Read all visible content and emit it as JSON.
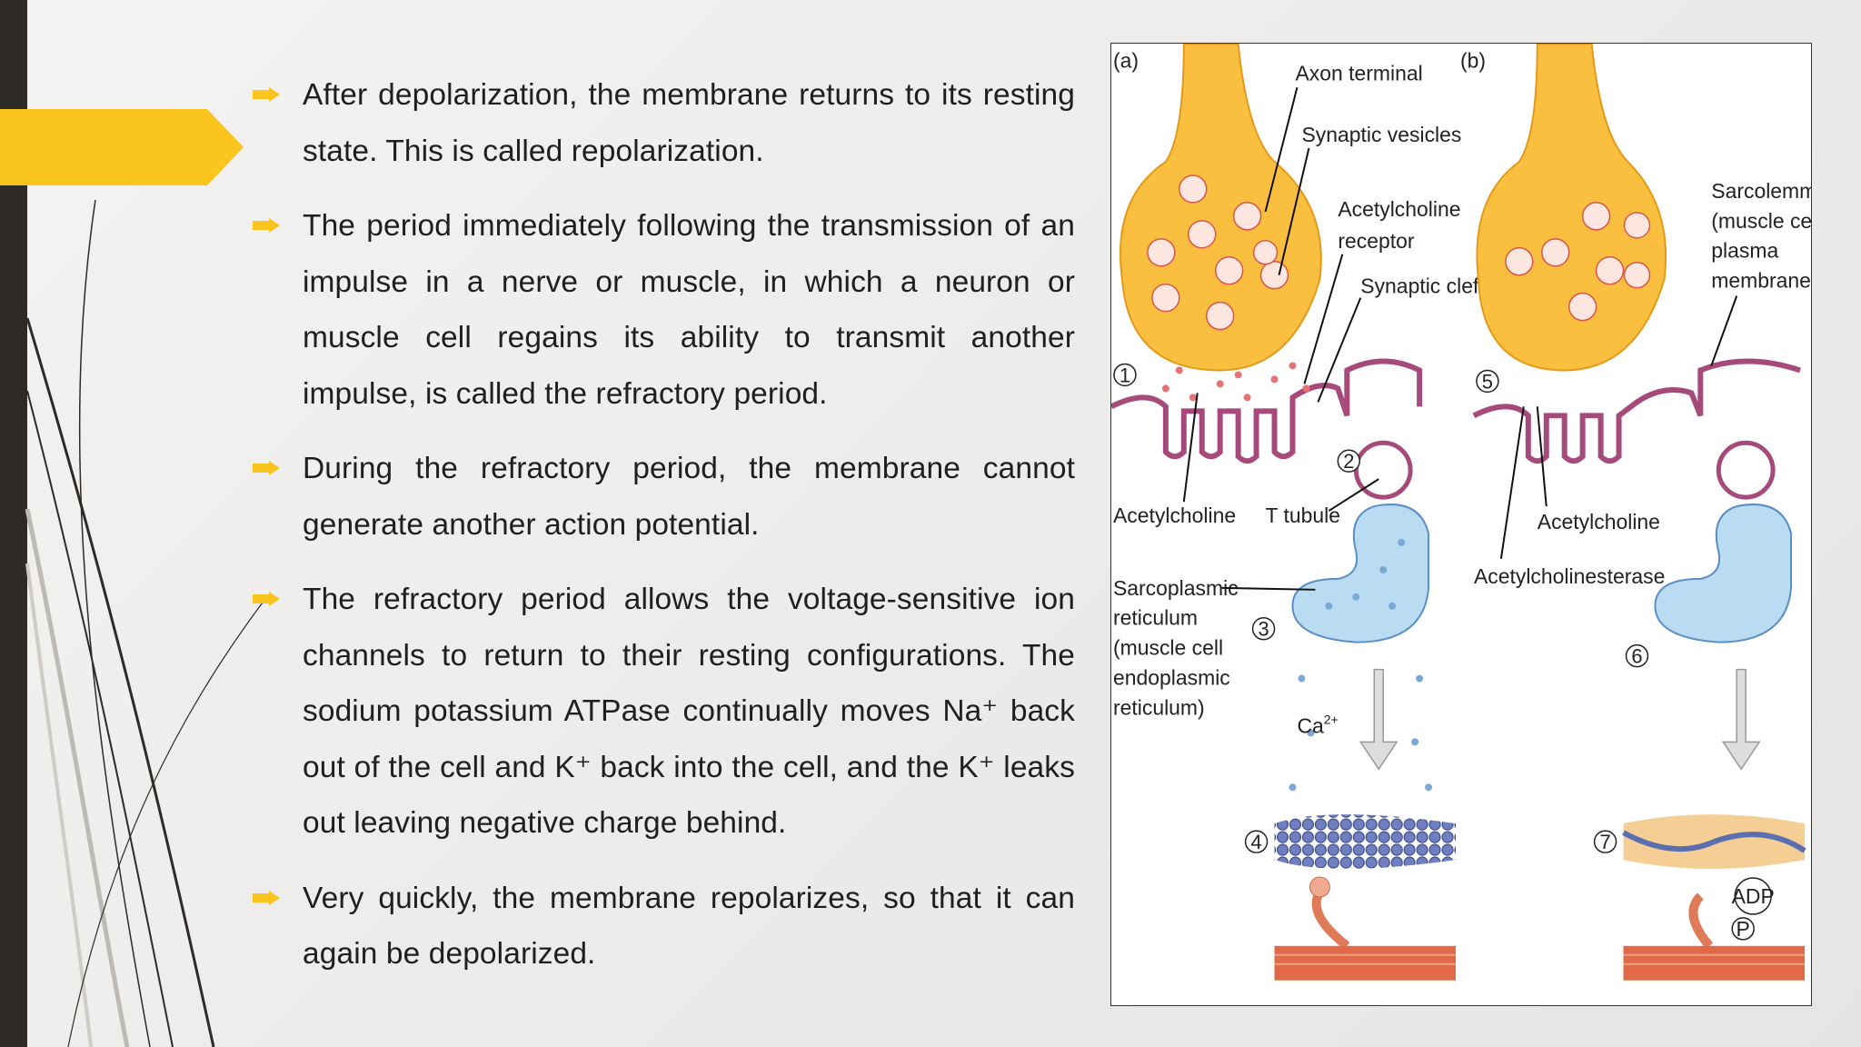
{
  "bullets": [
    {
      "text": "After depolarization, the membrane returns to its resting state. This is called repolarization."
    },
    {
      "text": "The period immediately following the transmission of an impulse in a nerve or muscle, in which a neuron or muscle cell regains its ability to transmit another impulse, is called the refractory period."
    },
    {
      "text": "During the refractory period, the membrane cannot generate another action potential."
    },
    {
      "text": "The refractory period allows the voltage-sensitive ion channels to return to their resting configurations. The sodium potassium ATPase continually moves Na⁺ back out of the cell and K⁺ back into the cell, and the K⁺ leaks out leaving negative charge behind."
    },
    {
      "text": "Very quickly, the membrane repolarizes, so that it can again be depolarized."
    }
  ],
  "figure": {
    "panel_a": "(a)",
    "panel_b": "(b)",
    "labels": {
      "axon_terminal": "Axon terminal",
      "synaptic_vesicles": "Synaptic vesicles",
      "ach_receptor_1": "Acetylcholine",
      "ach_receptor_2": "receptor",
      "synaptic_cleft": "Synaptic cleft",
      "sarcolemma_1": "Sarcolemma",
      "sarcolemma_2": "(muscle cell",
      "sarcolemma_3": "plasma",
      "sarcolemma_4": "membrane)",
      "acetylcholine_a": "Acetylcholine",
      "t_tubule": "T tubule",
      "acetylcholine_b": "Acetylcholine",
      "acetylcholinesterase": "Acetylcholinesterase",
      "sr_1": "Sarcoplasmic",
      "sr_2": "reticulum",
      "sr_3": "(muscle cell",
      "sr_4": "endoplasmic",
      "sr_5": "reticulum)",
      "calcium": "Ca",
      "calcium_sup": "2+",
      "adp": "ADP",
      "p": "P"
    },
    "steps": [
      "1",
      "2",
      "3",
      "4",
      "5",
      "6",
      "7"
    ]
  },
  "colors": {
    "accent": "#fbc520",
    "dark_bar": "#2e2a27",
    "terminal": "#fbbf3f",
    "membrane": "#a64a7c",
    "sr": "#b9dcf2",
    "muscle": "#e06a48"
  }
}
